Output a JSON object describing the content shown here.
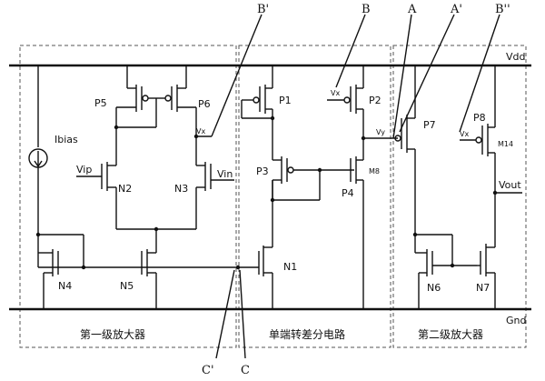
{
  "rails": {
    "vdd": "Vdd",
    "gnd": "Gnd"
  },
  "sections": [
    {
      "id": "stage1",
      "caption": "第一级放大器"
    },
    {
      "id": "s2d",
      "caption": "单端转差分电路"
    },
    {
      "id": "stage2",
      "caption": "第二级放大器"
    }
  ],
  "transistors": {
    "P1": "P1",
    "P2": "P2",
    "P3": "P3",
    "P4": "P4",
    "P5": "P5",
    "P6": "P6",
    "P7": "P7",
    "P8": "P8",
    "N1": "N1",
    "N2": "N2",
    "N3": "N3",
    "N4": "N4",
    "N5": "N5",
    "N6": "N6",
    "N7": "N7",
    "M8": "M8",
    "M14": "M14"
  },
  "signals": {
    "ibias": "Ibias",
    "vip": "Vip",
    "vin": "Vin",
    "vx": "Vx",
    "vy": "Vy",
    "vout": "Vout"
  },
  "callouts": [
    "B'",
    "B",
    "A",
    "A'",
    "B''",
    "C'",
    "C"
  ]
}
